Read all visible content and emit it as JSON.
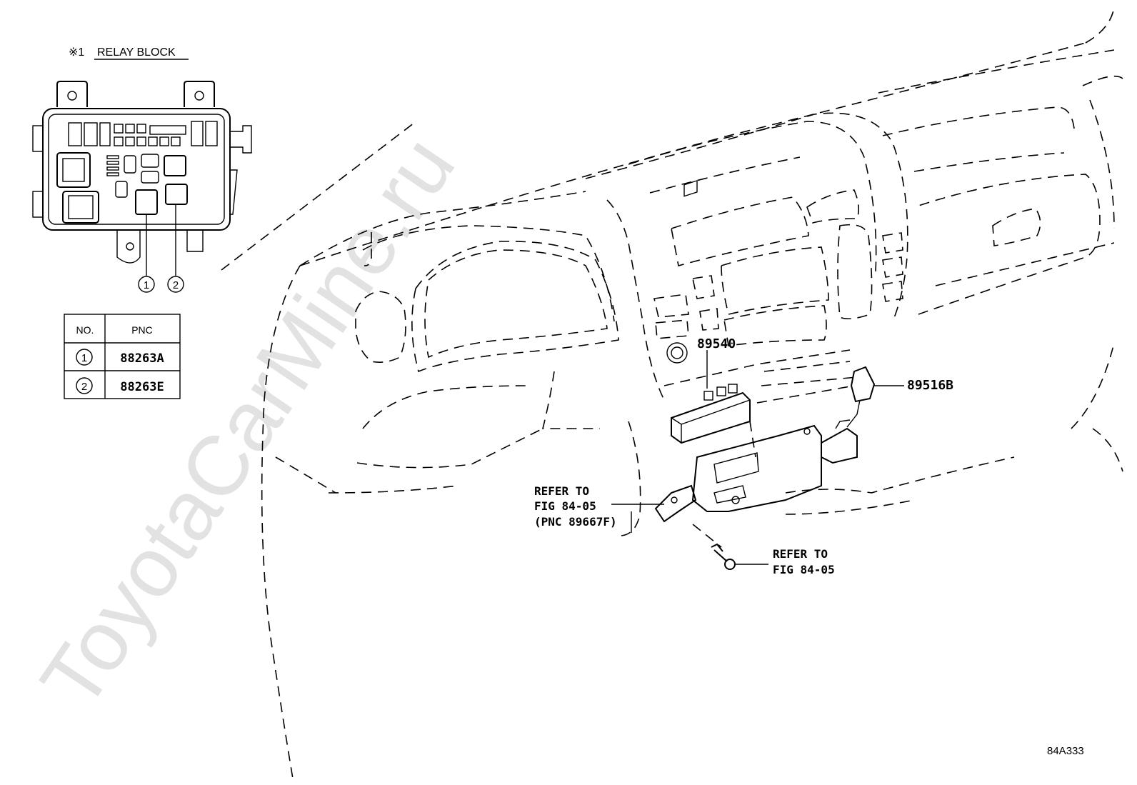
{
  "relay_block": {
    "title_mark": "※1",
    "title": "RELAY BLOCK",
    "callouts": [
      "1",
      "2"
    ]
  },
  "pnc_table": {
    "headers": [
      "NO.",
      "PNC"
    ],
    "rows": [
      {
        "no": "1",
        "pnc": "88263A"
      },
      {
        "no": "2",
        "pnc": "88263E"
      }
    ]
  },
  "part_labels": {
    "p89540": "89540",
    "p89516b": "89516B"
  },
  "refer_left": [
    "REFER TO",
    "FIG 84-05",
    "(PNC 89667F)"
  ],
  "refer_bolt": [
    "REFER TO",
    "FIG 84-05"
  ],
  "figure_code": "84A333",
  "watermark": "ToyotaCarMine.ru"
}
